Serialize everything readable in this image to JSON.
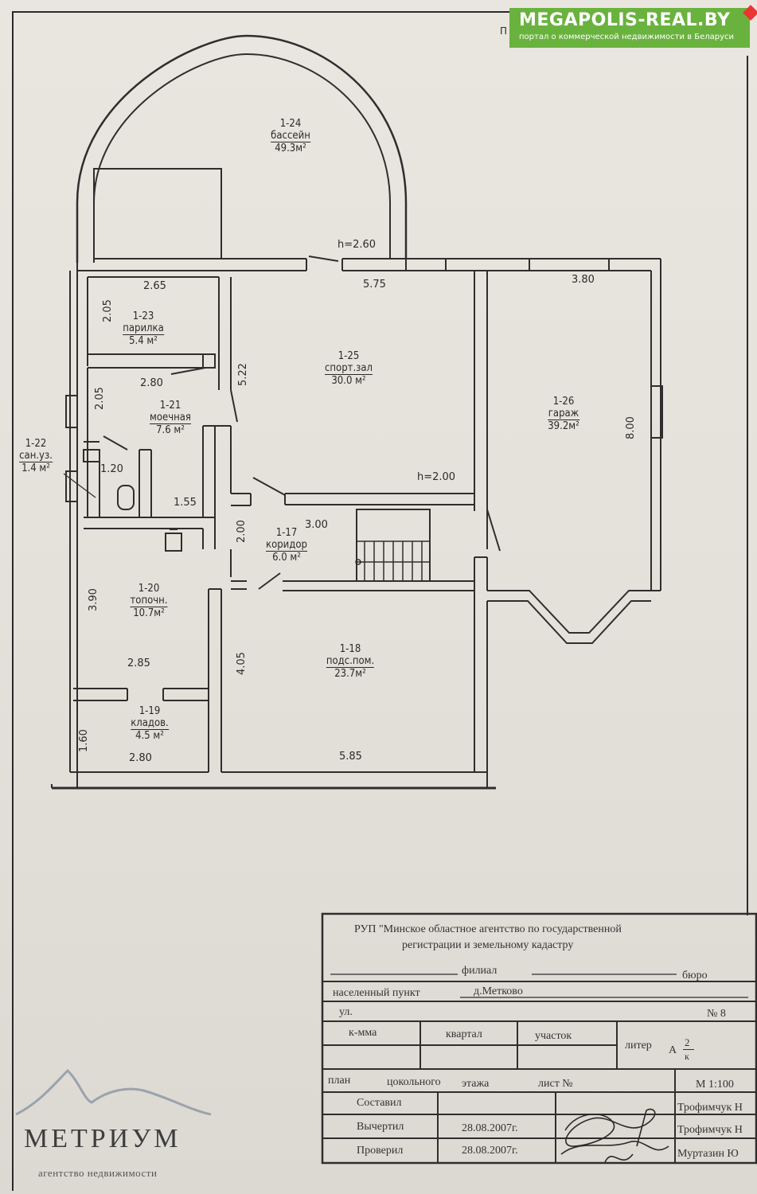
{
  "watermark": {
    "title": "MEGAPOLIS-REAL.BY",
    "subtitle": "портал о коммерческой недвижимости в Беларуси",
    "corner_mark": "П"
  },
  "rooms": [
    {
      "id": "1-24",
      "name": "бассейн",
      "area": "49.3м²"
    },
    {
      "id": "1-23",
      "name": "парилка",
      "area": "5.4 м²"
    },
    {
      "id": "1-25",
      "name": "спорт.зал",
      "area": "30.0 м²"
    },
    {
      "id": "1-26",
      "name": "гараж",
      "area": "39.2м²"
    },
    {
      "id": "1-21",
      "name": "моечная",
      "area": "7.6 м²"
    },
    {
      "id": "1-22",
      "name": "сан.уз.",
      "area": "1.4 м²"
    },
    {
      "id": "1-17",
      "name": "коридор",
      "area": "6.0 м²"
    },
    {
      "id": "1-20",
      "name": "топочн.",
      "area": "10.7м²"
    },
    {
      "id": "1-18",
      "name": "подс.пом.",
      "area": "23.7м²"
    },
    {
      "id": "1-19",
      "name": "кладов.",
      "area": "4.5 м²"
    }
  ],
  "dims": {
    "h260": "h=2.60",
    "d265": "2.65",
    "d575": "5.75",
    "d380": "3.80",
    "d205a": "2.05",
    "d522": "5.22",
    "d280a": "2.80",
    "d205b": "2.05",
    "d800": "8.00",
    "d120": "1.20",
    "h200": "h=2.00",
    "d155": "1.55",
    "d300": "3.00",
    "d200": "2.00",
    "d390": "3.90",
    "d405": "4.05",
    "d285": "2.85",
    "d160": "1.60",
    "d280b": "2.80",
    "d585": "5.85"
  },
  "title_block": {
    "org_line1": "РУП \"Минское областное агентство по государственной",
    "org_line2": "регистрации и земельному кадастру",
    "filial": "филиал",
    "buro": "бюро",
    "settlement_label": "населенный пункт",
    "settlement_value": "д.Метково",
    "street_label": "ул.",
    "number": "№ 8",
    "km_label": "к-мма",
    "kvartal_label": "квартал",
    "uchastok_label": "участок",
    "liter_label": "литер",
    "liter_value": "А",
    "liter_num": "2",
    "liter_den": "к",
    "plan_label": "план",
    "floor_label": "цокольного",
    "etazh_label": "этажа",
    "sheet_label": "лист №",
    "scale": "М 1:100",
    "composed_label": "Составил",
    "drawn_label": "Вычертил",
    "checked_label": "Проверил",
    "drawn_date": "28.08.2007г.",
    "checked_date": "28.08.2007г.",
    "composed_by": "Трофимчук Н",
    "drawn_by": "Трофимчук Н",
    "checked_by": "Муртазин Ю"
  },
  "agency": {
    "name": "МЕТРИУМ",
    "tagline": "агентство недвижимости"
  }
}
